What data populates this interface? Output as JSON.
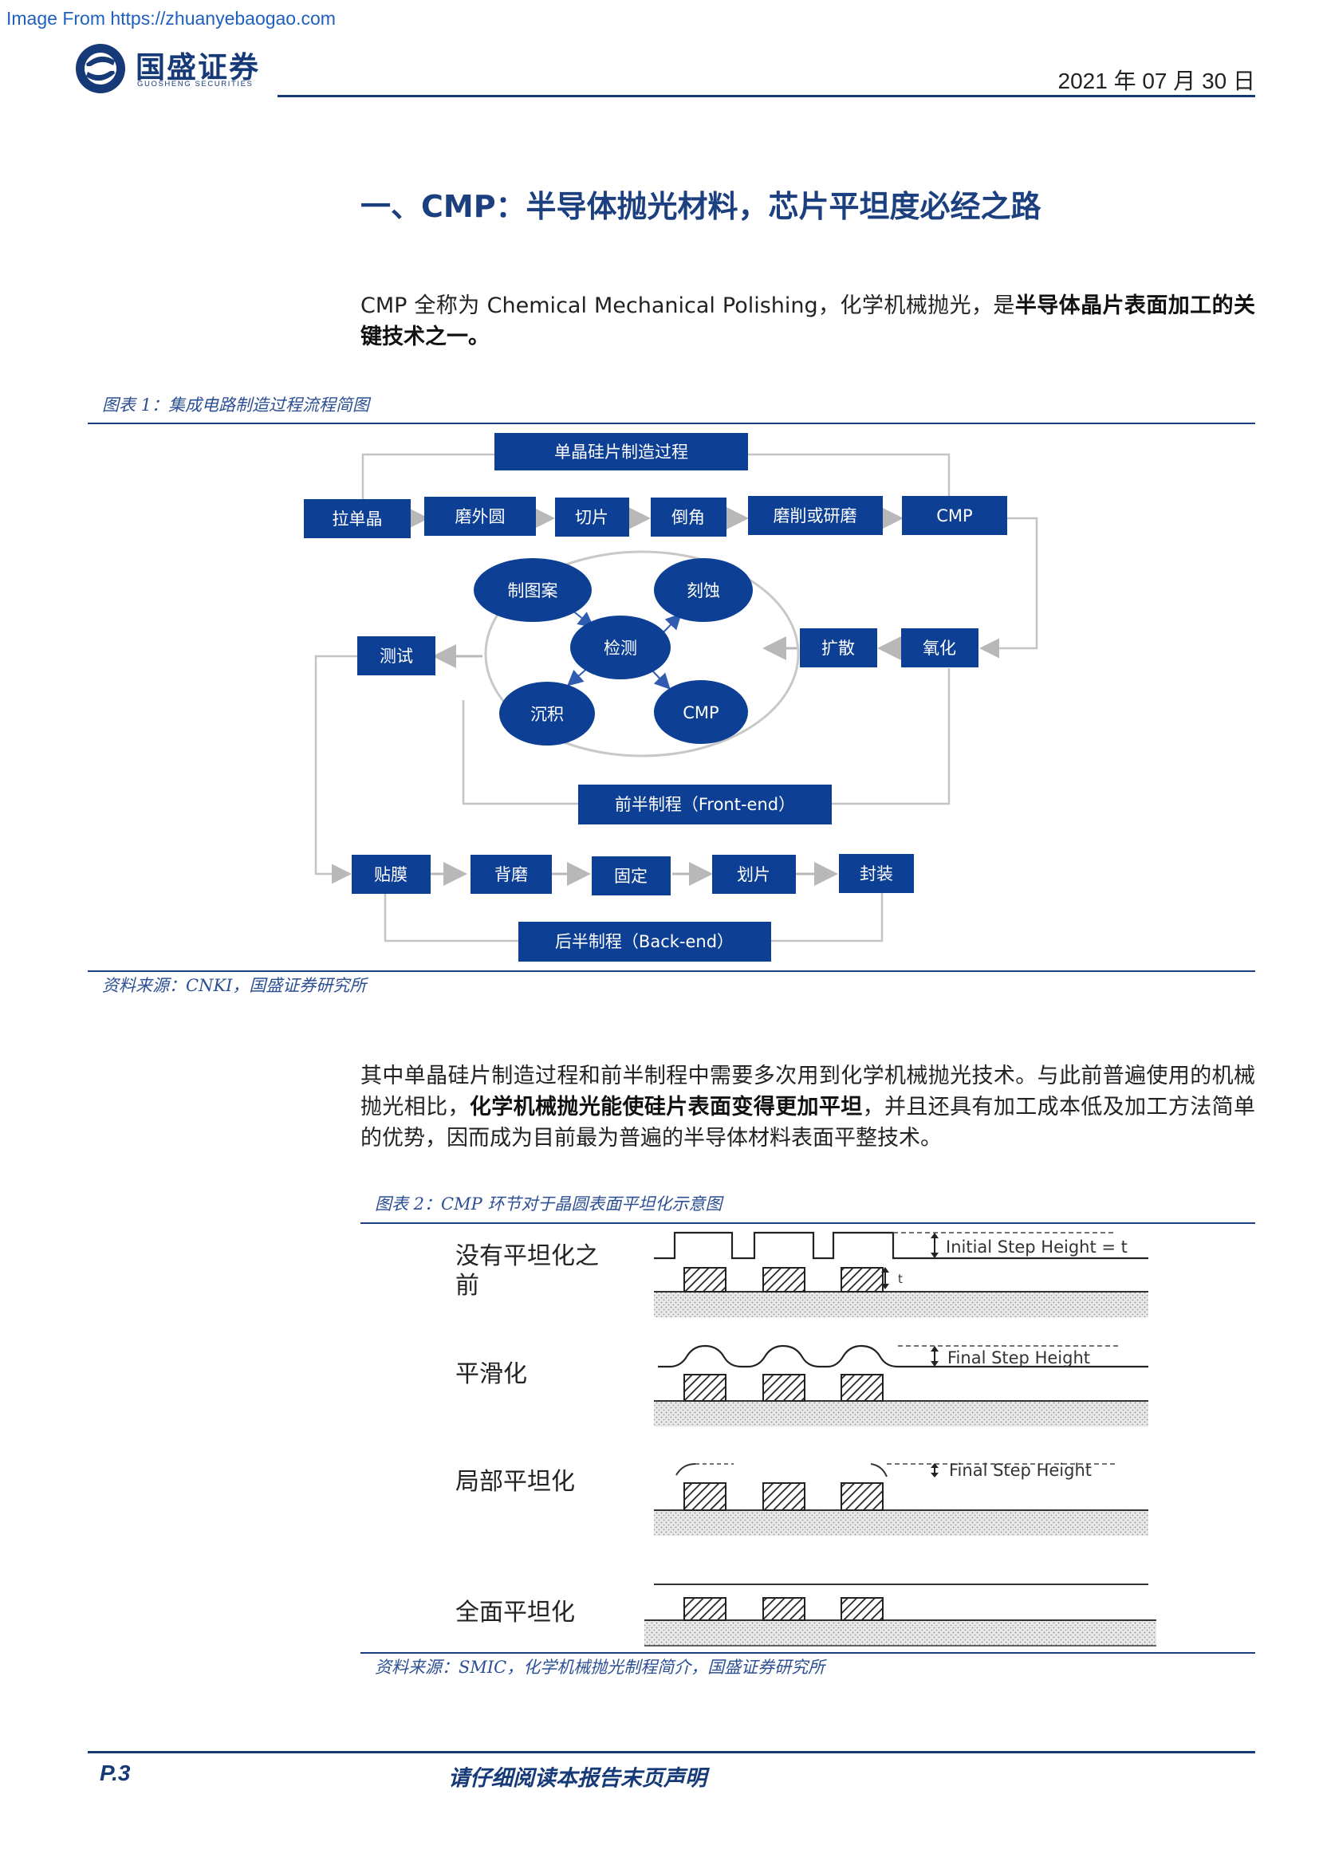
{
  "watermark": "Image From https://zhuanyebaogao.com",
  "header": {
    "brand_cn": "国盛证券",
    "brand_en": "GUOSHENG SECURITIES",
    "date": "2021 年 07 月 30 日"
  },
  "section_title": "一、CMP：半导体抛光材料，芯片平坦度必经之路",
  "intro": {
    "plain": "CMP 全称为 Chemical Mechanical Polishing，化学机械抛光，是",
    "bold": "半导体晶片表面加工的关键技术之一。"
  },
  "figure1": {
    "caption": "图表 1：集成电路制造过程流程简图",
    "top_label": "单晶硅片制造过程",
    "row1": [
      "拉单晶",
      "磨外圆",
      "切片",
      "倒角",
      "磨削或研磨",
      "CMP"
    ],
    "circle_items": [
      "制图案",
      "刻蚀",
      "检测",
      "沉积",
      "CMP"
    ],
    "test": "测试",
    "diffuse": "扩散",
    "oxidize": "氧化",
    "frontend": "前半制程（Front-end）",
    "row3": [
      "贴膜",
      "背磨",
      "固定",
      "划片",
      "封装"
    ],
    "backend": "后半制程（Back-end）",
    "source": "资料来源：CNKI，国盛证券研究所"
  },
  "para2": {
    "p1": "其中单晶硅片制造过程和前半制程中需要多次用到化学机械抛光技术。与此前普遍使用的机械抛光相比，",
    "bold": "化学机械抛光能使硅片表面变得更加平坦",
    "p2": "，并且还具有加工成本低及加工方法简单的优势，因而成为目前最为普遍的半导体材料表面平整技术。"
  },
  "figure2": {
    "caption": "图表 2：CMP 环节对于晶圆表面平坦化示意图",
    "stage1_line1": "没有平坦化之",
    "stage1_line2": "前",
    "stage2": "平滑化",
    "stage3": "局部平坦化",
    "stage4": "全面平坦化",
    "annot1": "Initial Step Height = t",
    "annot1_small": "t",
    "annot2": "Final Step Height",
    "annot3": "Final Step Height",
    "source": "资料来源：SMIC，化学机械抛光制程简介，国盛证券研究所"
  },
  "footer": {
    "page": "P.3",
    "disclaimer": "请仔细阅读本报告末页声明"
  },
  "colors": {
    "brand": "#163a78",
    "box": "#0d3f94",
    "caption": "#2c4f93"
  }
}
